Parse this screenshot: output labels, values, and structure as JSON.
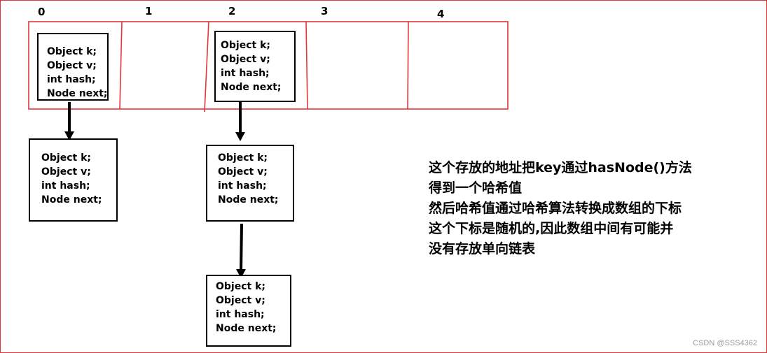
{
  "indices": [
    "0",
    "1",
    "2",
    "3",
    "4"
  ],
  "node_fields": [
    "Object k;",
    "Object v;",
    "int hash;",
    "Node next;"
  ],
  "note_lines": [
    "这个存放的地址把key通过hasNode()方法",
    "得到一个哈希值",
    "然后哈希值通过哈希算法转换成数组的下标",
    "这个下标是随机的,因此数组中间有可能并",
    "没有存放单向链表"
  ],
  "watermark": "CSDN @SSS4362",
  "colors": {
    "array_border": "#e3353b",
    "node_border": "#000000",
    "text": "#000000",
    "watermark": "#9a9a9a"
  }
}
